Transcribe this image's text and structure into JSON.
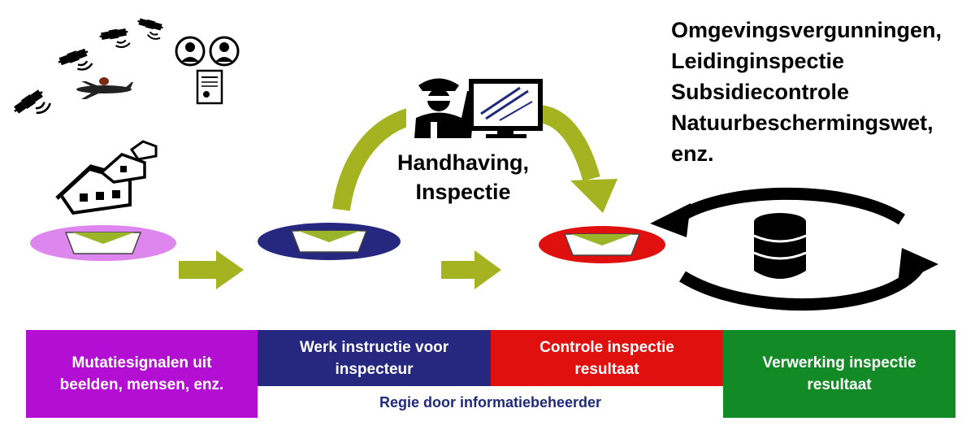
{
  "right_list": {
    "line1": "Omgevingsvergunningen,",
    "line2": "Leidinginspectie",
    "line3": "Subsidiecontrole",
    "line4": "Natuurbeschermingswet,",
    "line5": "enz."
  },
  "center": {
    "line1": "Handhaving,",
    "line2": "Inspectie"
  },
  "steps": [
    {
      "line1": "Mutatiesignalen uit",
      "line2": "beelden, mensen, enz.",
      "color": "#b30fd3"
    },
    {
      "line1": "Werk instructie voor",
      "line2": "inspecteur",
      "color": "#26287f"
    },
    {
      "line1": "Controle inspectie",
      "line2": "resultaat",
      "color": "#e0100e"
    },
    {
      "line1": "Verwerking inspectie",
      "line2": "resultaat",
      "color": "#128a26"
    }
  ],
  "regie": "Regie door informatiebeheerder",
  "colors": {
    "arrow": "#a4b31f",
    "ellipse1": "#dc86ee",
    "ellipse2": "#26287f",
    "ellipse3": "#e0100e",
    "envelope": "#9bb52a"
  },
  "icons": [
    "satellite-icon",
    "airplane-icon",
    "person-icon",
    "certificate-icon",
    "houses-icon",
    "inspector-icon",
    "monitor-icon",
    "database-icon",
    "cycle-arrows-icon"
  ]
}
